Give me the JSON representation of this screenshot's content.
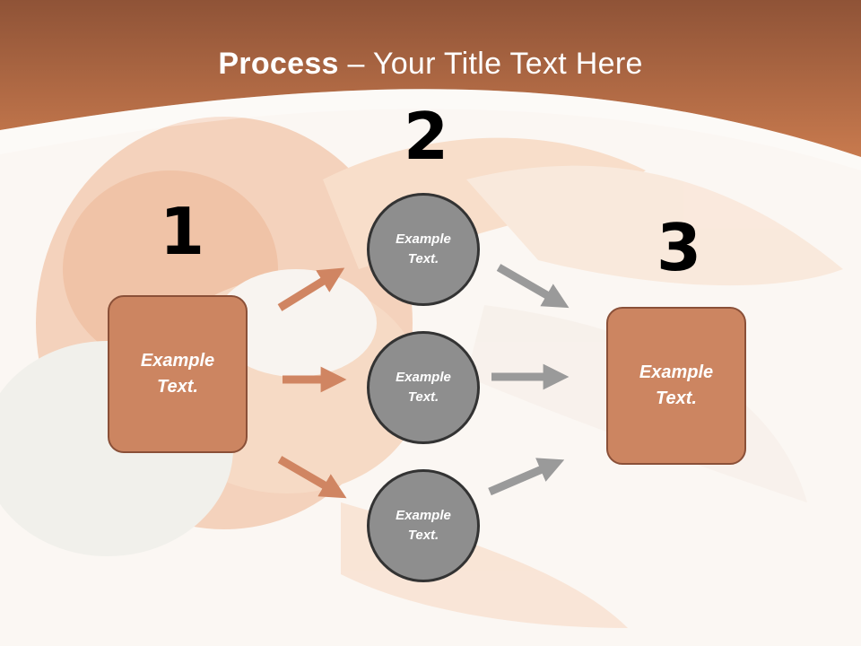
{
  "slide": {
    "title_bold": "Process",
    "title_rest": " – Your Title Text Here",
    "steps": [
      {
        "number": "1",
        "text": "Example\nText."
      },
      {
        "number": "2",
        "text": ""
      },
      {
        "number": "3",
        "text": "Example\nText."
      }
    ],
    "circles": [
      {
        "text": "Example\nText."
      },
      {
        "text": "Example\nText."
      },
      {
        "text": "Example\nText."
      }
    ]
  },
  "colors": {
    "header": "#c1754a",
    "box": "#cc8561",
    "circle": "#8e8e8e",
    "arrow_left": "#d08562",
    "arrow_right": "#9a9a9a"
  },
  "icons": {
    "arrows": "arrow-right-icon"
  }
}
